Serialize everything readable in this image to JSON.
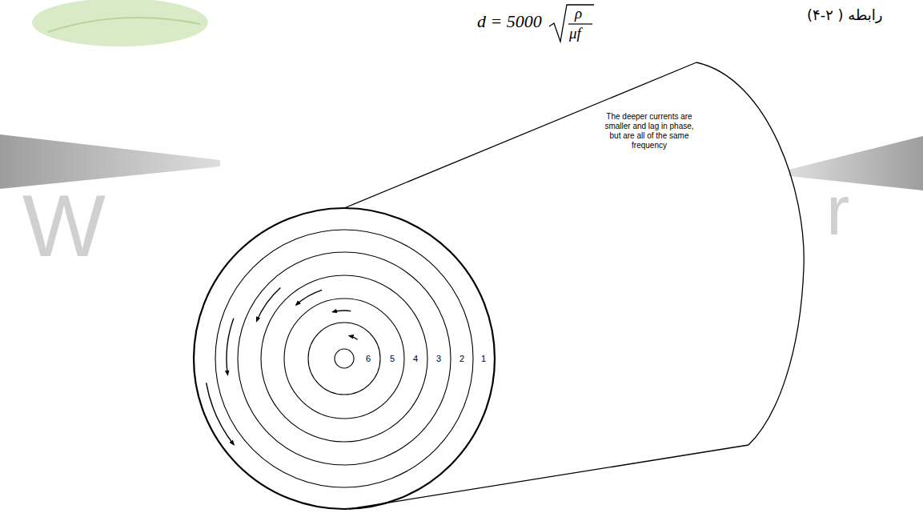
{
  "diagram": {
    "labels": [
      "d = 5000",
      "ρ",
      "μf",
      "رابطه ( ۲-۴)",
      "W",
      "r",
      "The deeper currents are smaller and lag in phase, but are all of the same frequency",
      "6",
      "5",
      "4",
      "3",
      "2",
      "1"
    ]
  }
}
